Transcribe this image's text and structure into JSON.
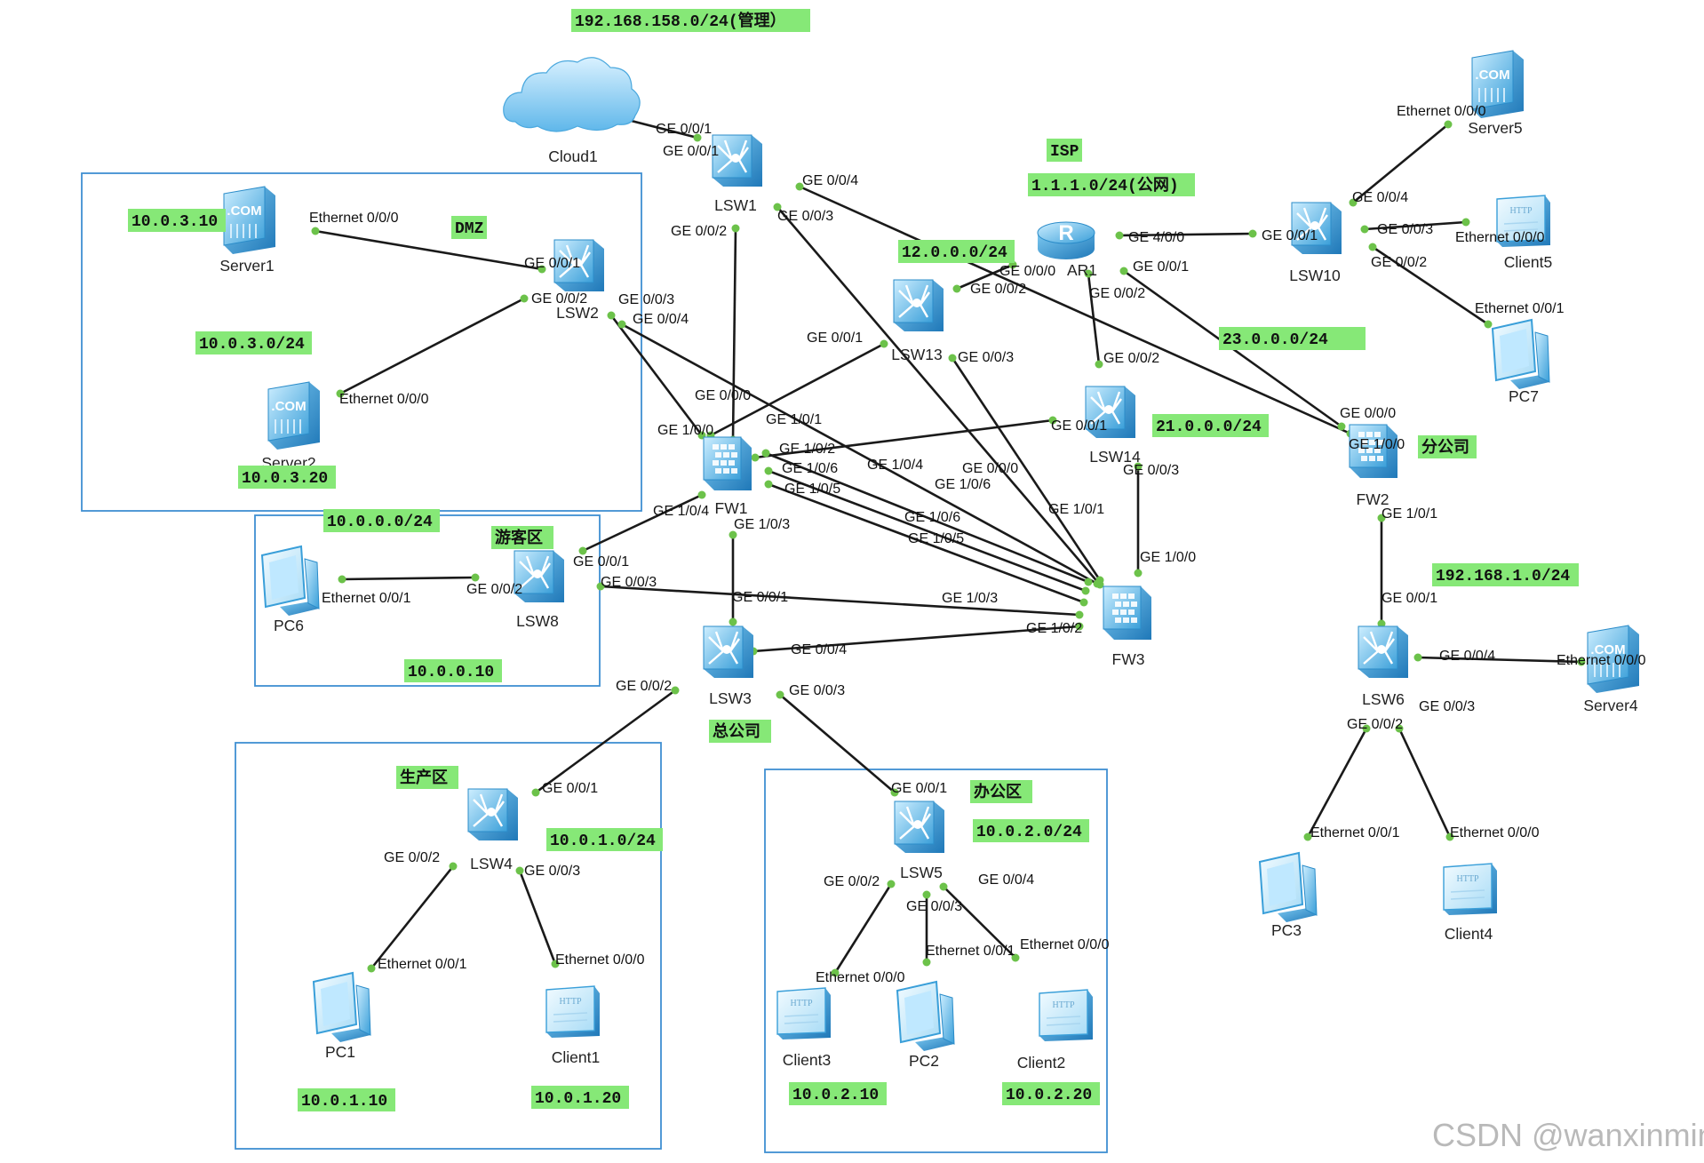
{
  "watermark": "CSDN @wanxinmin",
  "colors": {
    "link": "#1a1a1a",
    "port": "#6cc24a",
    "label_bg": "#86e877",
    "zone_border": "#3f8fd2"
  },
  "devices": {
    "Cloud1": {
      "label": "Cloud1",
      "icon": "cloud-icon"
    },
    "LSW1": {
      "label": "LSW1",
      "icon": "switch-icon"
    },
    "LSW2": {
      "label": "LSW2",
      "icon": "switch-icon"
    },
    "LSW3": {
      "label": "LSW3",
      "icon": "switch-icon"
    },
    "LSW4": {
      "label": "LSW4",
      "icon": "switch-icon"
    },
    "LSW5": {
      "label": "LSW5",
      "icon": "switch-icon"
    },
    "LSW6": {
      "label": "LSW6",
      "icon": "switch-icon"
    },
    "LSW8": {
      "label": "LSW8",
      "icon": "switch-icon"
    },
    "LSW10": {
      "label": "LSW10",
      "icon": "switch-icon"
    },
    "LSW13": {
      "label": "LSW13",
      "icon": "switch-icon"
    },
    "LSW14": {
      "label": "LSW14",
      "icon": "switch-icon"
    },
    "FW1": {
      "label": "FW1",
      "icon": "firewall-icon"
    },
    "FW2": {
      "label": "FW2",
      "icon": "firewall-icon"
    },
    "FW3": {
      "label": "FW3",
      "icon": "firewall-icon"
    },
    "AR1": {
      "label": "AR1",
      "icon": "router-icon"
    },
    "Server1": {
      "label": "Server1",
      "icon": "server-icon"
    },
    "Server2": {
      "label": "Server2",
      "icon": "server-icon"
    },
    "Server4": {
      "label": "Server4",
      "icon": "server-icon"
    },
    "Server5": {
      "label": "Server5",
      "icon": "server-icon"
    },
    "PC1": {
      "label": "PC1",
      "icon": "pc-icon"
    },
    "PC2": {
      "label": "PC2",
      "icon": "pc-icon"
    },
    "PC3": {
      "label": "PC3",
      "icon": "pc-icon"
    },
    "PC6": {
      "label": "PC6",
      "icon": "pc-icon"
    },
    "PC7": {
      "label": "PC7",
      "icon": "pc-icon"
    },
    "Client1": {
      "label": "Client1",
      "icon": "http-client-icon"
    },
    "Client2": {
      "label": "Client2",
      "icon": "http-client-icon"
    },
    "Client3": {
      "label": "Client3",
      "icon": "http-client-icon"
    },
    "Client4": {
      "label": "Client4",
      "icon": "http-client-icon"
    },
    "Client5": {
      "label": "Client5",
      "icon": "http-client-icon"
    }
  },
  "links": [
    {
      "a": "Cloud1",
      "b": "LSW1",
      "a_port": "GE 0/0/1",
      "b_port": "GE 0/0/1"
    },
    {
      "a": "LSW1",
      "b": "FW1",
      "a_port": "GE 0/0/2",
      "b_port": "GE 0/0/0"
    },
    {
      "a": "LSW1",
      "b": "FW2",
      "a_port": "GE 0/0/4",
      "b_port": "GE 0/0/0"
    },
    {
      "a": "LSW1",
      "b": "FW3",
      "a_port": "GE 0/0/3",
      "b_port": "GE 0/0/0"
    },
    {
      "a": "Server1",
      "b": "LSW2",
      "a_port": "Ethernet 0/0/0",
      "b_port": "GE 0/0/1"
    },
    {
      "a": "Server2",
      "b": "LSW2",
      "a_port": "Ethernet 0/0/0",
      "b_port": "GE 0/0/2"
    },
    {
      "a": "LSW2",
      "b": "FW1",
      "a_port": "GE 0/0/3",
      "b_port": "GE 1/0/0"
    },
    {
      "a": "LSW2",
      "b": "FW3",
      "a_port": "GE 0/0/4",
      "b_port": "GE 1/0/6"
    },
    {
      "a": "AR1",
      "b": "LSW13",
      "a_port": "GE 0/0/0",
      "b_port": "GE 0/0/2"
    },
    {
      "a": "AR1",
      "b": "LSW10",
      "a_port": "GE 4/0/0",
      "b_port": "GE 0/0/1"
    },
    {
      "a": "AR1",
      "b": "LSW14",
      "a_port": "GE 0/0/2",
      "b_port": "GE 0/0/2"
    },
    {
      "a": "AR1",
      "b": "FW2",
      "a_port": "GE 0/0/1",
      "b_port": "GE 1/0/0"
    },
    {
      "a": "LSW13",
      "b": "FW1",
      "a_port": "GE 0/0/1",
      "b_port": "GE 1/0/1"
    },
    {
      "a": "LSW13",
      "b": "FW3",
      "a_port": "GE 0/0/3",
      "b_port": "GE 1/0/1"
    },
    {
      "a": "LSW14",
      "b": "FW1",
      "a_port": "GE 0/0/1",
      "b_port": "GE 1/0/2"
    },
    {
      "a": "LSW14",
      "b": "FW3",
      "a_port": "GE 0/0/3",
      "b_port": "GE 1/0/0"
    },
    {
      "a": "LSW10",
      "b": "Server5",
      "a_port": "GE 0/0/4",
      "b_port": "Ethernet 0/0/0"
    },
    {
      "a": "LSW10",
      "b": "Client5",
      "a_port": "GE 0/0/3",
      "b_port": "Ethernet 0/0/0"
    },
    {
      "a": "LSW10",
      "b": "PC7",
      "a_port": "GE 0/0/2",
      "b_port": "Ethernet 0/0/1"
    },
    {
      "a": "FW1",
      "b": "FW3",
      "a_port": "GE 1/0/6",
      "b_port": "GE 1/0/6"
    },
    {
      "a": "FW1",
      "b": "FW3",
      "a_port": "GE 1/0/5",
      "b_port": "GE 1/0/5"
    },
    {
      "a": "FW1",
      "b": "LSW8",
      "a_port": "GE 1/0/4",
      "b_port": "GE 0/0/1"
    },
    {
      "a": "FW1",
      "b": "LSW3",
      "a_port": "GE 1/0/3",
      "b_port": "GE 0/0/1"
    },
    {
      "a": "FW1",
      "b": "FW3",
      "a_port": "GE 1/0/4",
      "b_port": ""
    },
    {
      "a": "PC6",
      "b": "LSW8",
      "a_port": "Ethernet 0/0/1",
      "b_port": "GE 0/0/2"
    },
    {
      "a": "LSW8",
      "b": "FW3",
      "a_port": "GE 0/0/3",
      "b_port": "GE 1/0/3"
    },
    {
      "a": "LSW3",
      "b": "FW3",
      "a_port": "GE 0/0/4",
      "b_port": "GE 1/0/2"
    },
    {
      "a": "LSW3",
      "b": "LSW4",
      "a_port": "GE 0/0/2",
      "b_port": "GE 0/0/1"
    },
    {
      "a": "LSW3",
      "b": "LSW5",
      "a_port": "GE 0/0/3",
      "b_port": "GE 0/0/1"
    },
    {
      "a": "LSW4",
      "b": "PC1",
      "a_port": "GE 0/0/2",
      "b_port": "Ethernet 0/0/1"
    },
    {
      "a": "LSW4",
      "b": "Client1",
      "a_port": "GE 0/0/3",
      "b_port": "Ethernet 0/0/0"
    },
    {
      "a": "LSW5",
      "b": "Client3",
      "a_port": "GE 0/0/2",
      "b_port": "Ethernet 0/0/0"
    },
    {
      "a": "LSW5",
      "b": "PC2",
      "a_port": "GE 0/0/3",
      "b_port": "Ethernet 0/0/1"
    },
    {
      "a": "LSW5",
      "b": "Client2",
      "a_port": "GE 0/0/4",
      "b_port": "Ethernet 0/0/0"
    },
    {
      "a": "FW2",
      "b": "LSW6",
      "a_port": "GE 1/0/1",
      "b_port": "GE 0/0/1"
    },
    {
      "a": "LSW6",
      "b": "Server4",
      "a_port": "GE 0/0/4",
      "b_port": "Ethernet 0/0/0"
    },
    {
      "a": "LSW6",
      "b": "PC3",
      "a_port": "GE 0/0/2",
      "b_port": "Ethernet 0/0/1"
    },
    {
      "a": "LSW6",
      "b": "Client4",
      "a_port": "GE 0/0/3",
      "b_port": "Ethernet 0/0/0"
    }
  ],
  "notes": {
    "mgmt_net": "192.168.158.0/24(管理）",
    "isp": "ISP",
    "isp_net": "1.1.1.0/24(公网)",
    "net_12": "12.0.0.0/24",
    "net_23": "23.0.0.0/24",
    "net_21": "21.0.0.0/24",
    "branch": "分公司",
    "branch_net": "192.168.1.0/24",
    "dmz": "DMZ",
    "dmz_server1_ip": "10.0.3.10",
    "dmz_net": "10.0.3.0/24",
    "dmz_server2_ip": "10.0.3.20",
    "guest_net": "10.0.0.0/24",
    "guest_zone": "游客区",
    "guest_pc_ip": "10.0.0.10",
    "hq": "总公司",
    "prod_zone": "生产区",
    "prod_net": "10.0.1.0/24",
    "office_zone": "办公区",
    "office_net": "10.0.2.0/24",
    "pc1_ip": "10.0.1.10",
    "client1_ip": "10.0.1.20",
    "client3_ip": "10.0.2.10",
    "client2_ip": "10.0.2.20"
  }
}
